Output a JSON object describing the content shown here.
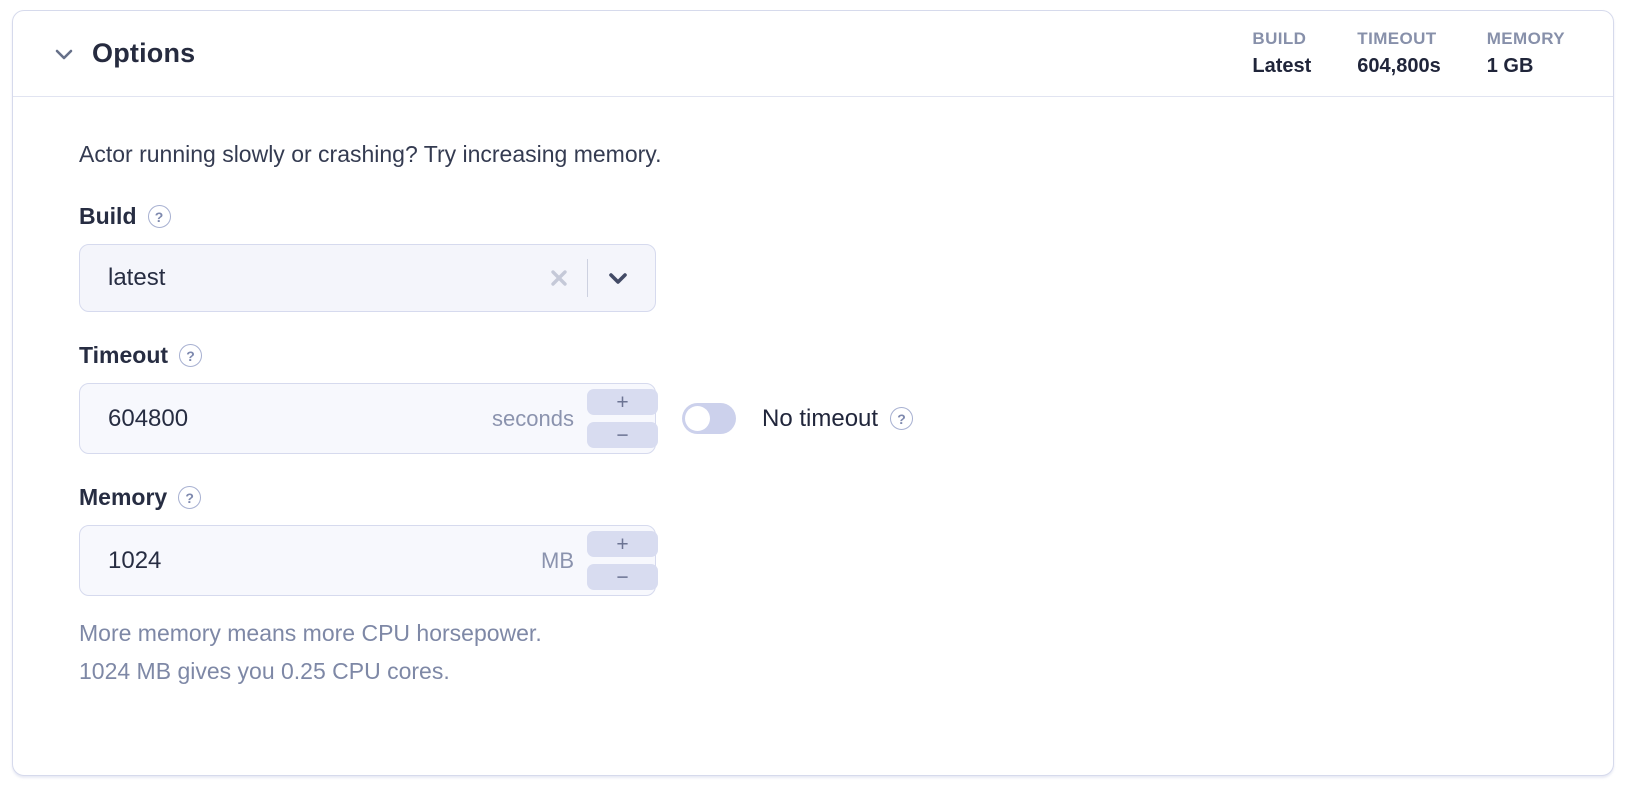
{
  "header": {
    "title": "Options",
    "summary": [
      {
        "label": "BUILD",
        "value": "Latest"
      },
      {
        "label": "TIMEOUT",
        "value": "604,800s"
      },
      {
        "label": "MEMORY",
        "value": "1 GB"
      }
    ]
  },
  "body": {
    "intro": "Actor running slowly or crashing? Try increasing memory.",
    "build": {
      "label": "Build",
      "value": "latest"
    },
    "timeout": {
      "label": "Timeout",
      "value": "604800",
      "unit": "seconds",
      "no_timeout_label": "No timeout",
      "no_timeout_enabled": false
    },
    "memory": {
      "label": "Memory",
      "value": "1024",
      "unit": "MB",
      "note_line1": "More memory means more CPU horsepower.",
      "note_line2": "1024 MB gives you 0.25 CPU cores."
    }
  },
  "glyphs": {
    "help": "?",
    "plus": "+",
    "minus": "−"
  },
  "colors": {
    "panel_border": "#d6daec",
    "muted_label": "#8790aa",
    "text_dark": "#21263a",
    "helper_text": "#7e88a6",
    "control_bg": "#d8dcf0",
    "field_bg": "#f7f8fd"
  }
}
